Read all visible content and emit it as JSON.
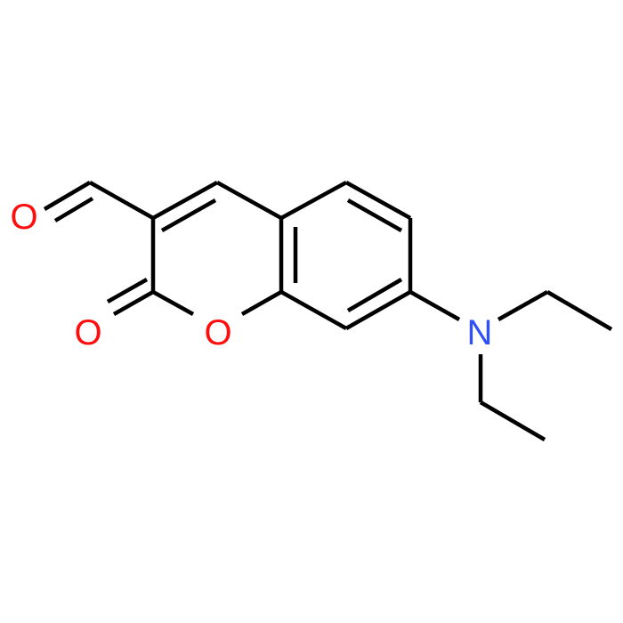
{
  "molecule": {
    "atoms": {
      "aldehyde_oxygen": {
        "symbol": "O",
        "color": "#ff0d0d"
      },
      "carbonyl_oxygen": {
        "symbol": "O",
        "color": "#ff0d0d"
      },
      "ring_oxygen": {
        "symbol": "O",
        "color": "#ff0d0d"
      },
      "amine_nitrogen": {
        "symbol": "N",
        "color": "#3050f8"
      }
    },
    "bond_color": "#000000"
  }
}
